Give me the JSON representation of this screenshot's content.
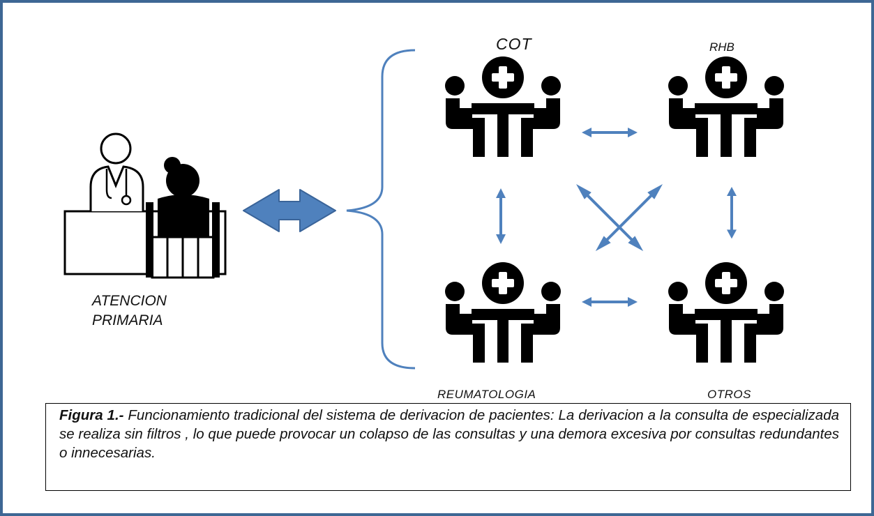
{
  "labels": {
    "cot": "COT",
    "rhb": "RHB",
    "reumatologia": "REUMATOLOGIA",
    "otros": "OTROS",
    "atencion_primaria": "ATENCION PRIMARIA"
  },
  "caption": {
    "prefix": "Figura 1.-",
    "text": " Funcionamiento tradicional del sistema de derivacion de pacientes: La derivacion a la consulta de especializada se realiza sin filtros , lo que puede provocar un colapso de las consultas y una demora excesiva por consultas redundantes o innecesarias."
  },
  "colors": {
    "frame": "#3e6794",
    "arrow": "#4f81bd",
    "arrow_stroke": "#3a6499",
    "brace": "#4f81bd",
    "icon": "#000000"
  },
  "icons": {
    "specialist": "medical-team-icon",
    "primary_care": "doctor-patient-desk-icon"
  }
}
